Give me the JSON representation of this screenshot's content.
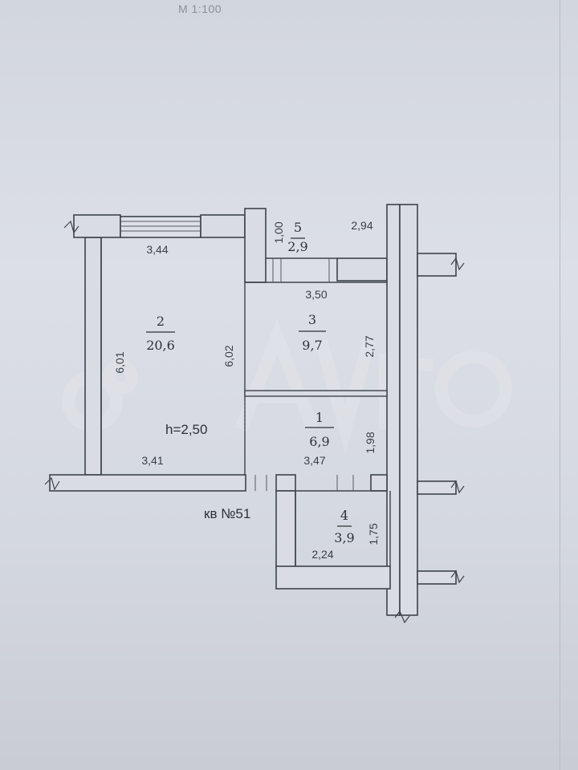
{
  "header": {
    "scale": "М 1:100"
  },
  "apartment": {
    "label": "кв №51",
    "height": "h=2,50"
  },
  "rooms": [
    {
      "number": "2",
      "area": "20,6"
    },
    {
      "number": "3",
      "area": "9,7"
    },
    {
      "number": "1",
      "area": "6,9"
    },
    {
      "number": "4",
      "area": "3,9"
    },
    {
      "number": "5",
      "area": "2,9"
    }
  ],
  "dimensions": {
    "room2_top": "3,44",
    "room2_left": "6,01",
    "room2_right": "6,02",
    "room2_bottom": "3,41",
    "room3_top": "3,50",
    "room3_right": "2,77",
    "room1_bottom": "3,47",
    "room1_right": "1,98",
    "room4_right": "1,75",
    "room4_bottom": "2,24",
    "balcony_width": "1,00",
    "balcony_length": "2,94"
  },
  "colors": {
    "wall_fill": "#d9dce2",
    "line": "#3e434b",
    "faint": "#6c717a"
  }
}
